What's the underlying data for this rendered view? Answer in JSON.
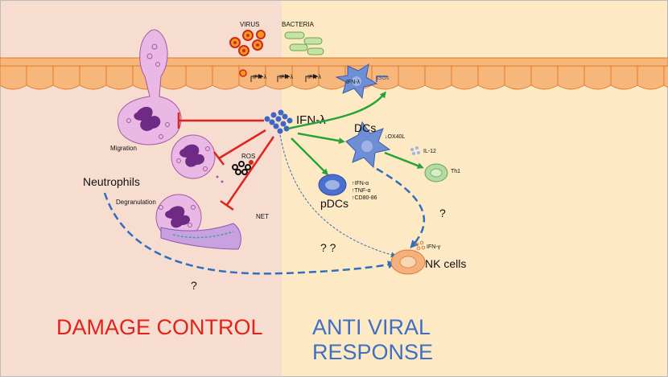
{
  "colors": {
    "left_panel": "#f6ddd0",
    "right_panel": "#fdeac4",
    "epithelium": "#f7b77a",
    "epithelium_stroke": "#e07a2e",
    "inhibit_red": "#e0231c",
    "activate_green": "#27a33a",
    "dashed_blue": "#2f6fbd",
    "ifn_dots": "#3d66c4",
    "neutrophil": "#e9b8e4",
    "nucleus": "#6f2a86",
    "dc": "#6e8fd6",
    "pdc": "#4a6fcf",
    "th1": "#b5dba5",
    "nk": "#f6b07c"
  },
  "labels": {
    "virus": "VIRUS",
    "bacteria": "BACTERIA",
    "ifn_lambda_small_1": "IFN-λ",
    "ifn_lambda_small_2": "IFN-λ",
    "ifn_lambda_small_3": "IFN-λ",
    "ifn_lambda_in_dc": "IFN-λ",
    "isgs": "ISGs",
    "ifn_lambda_main": "IFN-λ",
    "migration": "Migration",
    "ros": "ROS",
    "neutrophils": "Neutrophils",
    "degranulation": "Degranulation",
    "net": "NET",
    "dcs": "DCs",
    "ox40l": "↓OX40L",
    "il12": "IL-12",
    "th1": "Th1",
    "pdc_ifn_alpha": "↑IFN-α",
    "pdc_tnf_alpha": "↑TNF-α",
    "pdc_cd80": "↑CD80-86",
    "pdcs": "pDCs",
    "q_double": "? ?",
    "q_right": "?",
    "q_bottom": "?",
    "ifn_gamma": "IFN-γ",
    "nk_cells": "NK cells"
  },
  "panels": {
    "damage_control": "DAMAGE CONTROL",
    "anti_viral_line1": "ANTI VIRAL",
    "anti_viral_line2": "RESPONSE"
  }
}
